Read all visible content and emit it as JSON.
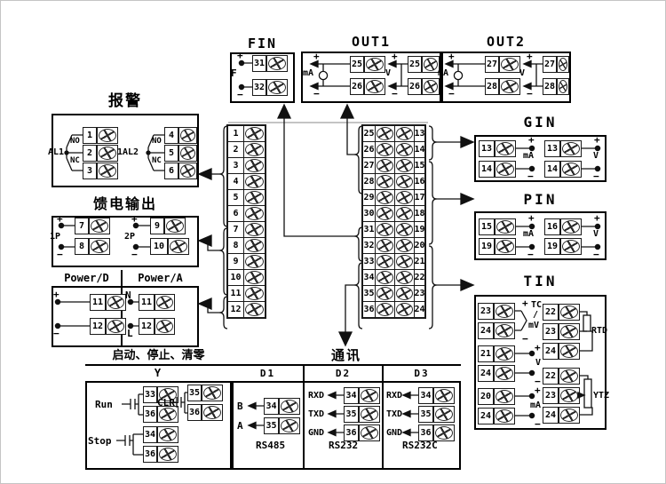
{
  "sym": {
    "plus": "+",
    "minus": "−"
  },
  "fin": {
    "title": "FIN",
    "side": "F",
    "t1": "31",
    "t2": "32"
  },
  "out1": {
    "title": "OUT1",
    "g1_label": "mA",
    "g1_t1": "25",
    "g1_t2": "26",
    "g2_label": "V",
    "g2_t1": "25",
    "g2_t2": "26"
  },
  "out2": {
    "title": "OUT2",
    "g1_label": "mA",
    "g1_t1": "27",
    "g1_t2": "28",
    "g2_label": "V",
    "g2_t1": "27",
    "g2_t2": "28"
  },
  "alarm": {
    "title": "报警",
    "g1_label": "AL1",
    "g1_no": "NO",
    "g1_nc": "NC",
    "g1_t1": "1",
    "g1_t2": "2",
    "g1_t3": "3",
    "g2_label": "1AL2",
    "g2_no": "NO",
    "g2_nc": "NC",
    "g2_t1": "4",
    "g2_t2": "5",
    "g2_t3": "6"
  },
  "feed": {
    "title": "馈电输出",
    "g1_label": "1P",
    "g1_t1": "7",
    "g1_t2": "8",
    "g2_label": "2P",
    "g2_t1": "9",
    "g2_t2": "10"
  },
  "power": {
    "d_title": "Power/D",
    "d_t1": "11",
    "d_t2": "12",
    "a_title": "Power/A",
    "a_top": "N",
    "a_bottom": "L",
    "a_t1": "11",
    "a_t2": "12"
  },
  "gin": {
    "title": "GIN",
    "g1_label": "mA",
    "g1_t1": "13",
    "g1_t2": "14",
    "g2_label": "V",
    "g2_t1": "13",
    "g2_t2": "14"
  },
  "pin": {
    "title": "PIN",
    "g1_label": "mA",
    "g1_t1": "15",
    "g1_t2": "19",
    "g2_label": "V",
    "g2_t1": "16",
    "g2_t2": "19"
  },
  "tin": {
    "title": "TIN",
    "tc_t1": "23",
    "tc_t2": "24",
    "tc_label1": "TC",
    "tc_slash": "/",
    "tc_label2": "mV",
    "v_t1": "21",
    "v_t2": "24",
    "v_label": "V",
    "ma_t1": "20",
    "ma_t2": "24",
    "ma_label": "mA",
    "rtd_t1": "22",
    "rtd_t2": "23",
    "rtd_t3": "24",
    "rtd_label": "RTD",
    "ytz_t1": "22",
    "ytz_t2": "23",
    "ytz_t3": "24",
    "ytz_label": "YTZ"
  },
  "runbox": {
    "title": "启动、停止、清零",
    "sub": "Y",
    "run_label": "Run",
    "run_t1": "33",
    "run_t2": "36",
    "clr_label": "CLR",
    "clr_t1": "35",
    "clr_t2": "36",
    "stop_label": "Stop",
    "stop_t1": "34",
    "stop_t2": "36"
  },
  "comm": {
    "title": "通讯",
    "d1_sub": "D1",
    "d1_l1": "B",
    "d1_t1": "34",
    "d1_l2": "A",
    "d1_t2": "35",
    "d1_std": "RS485",
    "d2_sub": "D2",
    "d2_l1": "RXD",
    "d2_t1": "34",
    "d2_l2": "TXD",
    "d2_t2": "35",
    "d2_l3": "GND",
    "d2_t3": "36",
    "d2_std": "RS232",
    "d3_sub": "D3",
    "d3_l1": "RXD",
    "d3_t1": "34",
    "d3_l2": "TXD",
    "d3_t2": "35",
    "d3_l3": "GND",
    "d3_t3": "36",
    "d3_std": "RS232C"
  },
  "center": {
    "left": [
      "1",
      "2",
      "3",
      "4",
      "5",
      "6",
      "7",
      "8",
      "9",
      "10",
      "11",
      "12"
    ],
    "right_inner": [
      "25",
      "26",
      "27",
      "28",
      "29",
      "30",
      "31",
      "32",
      "33",
      "34",
      "35",
      "36"
    ],
    "right_outer": [
      "13",
      "14",
      "15",
      "16",
      "17",
      "18",
      "19",
      "20",
      "21",
      "22",
      "23",
      "24"
    ]
  }
}
